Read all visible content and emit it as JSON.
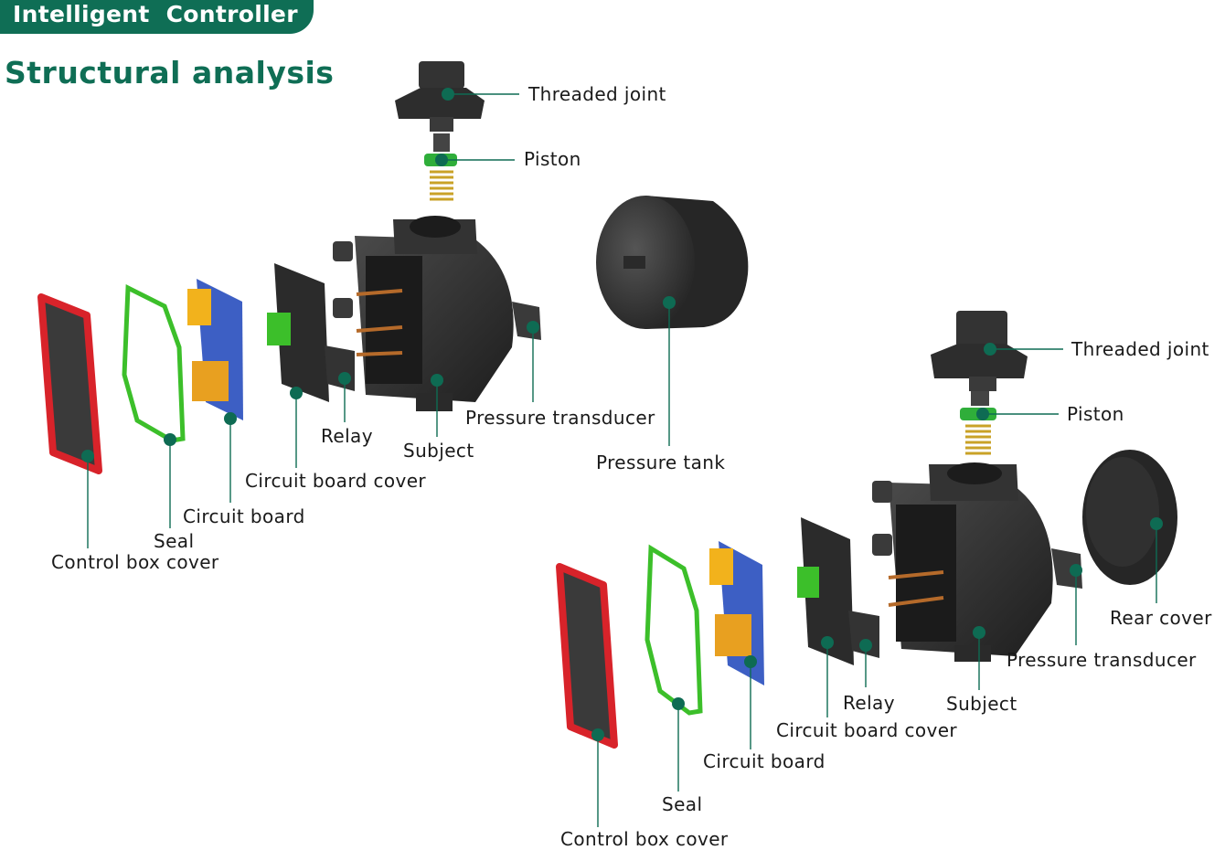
{
  "header": {
    "title": "Intelligent  Controller"
  },
  "section_title": "Structural analysis",
  "colors": {
    "brand_green": "#0f6e55",
    "dot_green": "#0e6b53"
  },
  "diagram_left": {
    "labels": {
      "threaded_joint": "Threaded joint",
      "piston": "Piston",
      "pressure_transducer": "Pressure transducer",
      "pressure_tank": "Pressure tank",
      "relay": "Relay",
      "subject": "Subject",
      "circuit_board_cover": "Circuit board cover",
      "circuit_board": "Circuit board",
      "seal": "Seal",
      "control_box_cover": "Control box cover"
    }
  },
  "diagram_right": {
    "labels": {
      "threaded_joint": "Threaded joint",
      "piston": "Piston",
      "rear_cover": "Rear cover",
      "pressure_transducer": "Pressure transducer",
      "relay": "Relay",
      "subject": "Subject",
      "circuit_board_cover": "Circuit board cover",
      "circuit_board": "Circuit board",
      "seal": "Seal",
      "control_box_cover": "Control box cover"
    }
  }
}
